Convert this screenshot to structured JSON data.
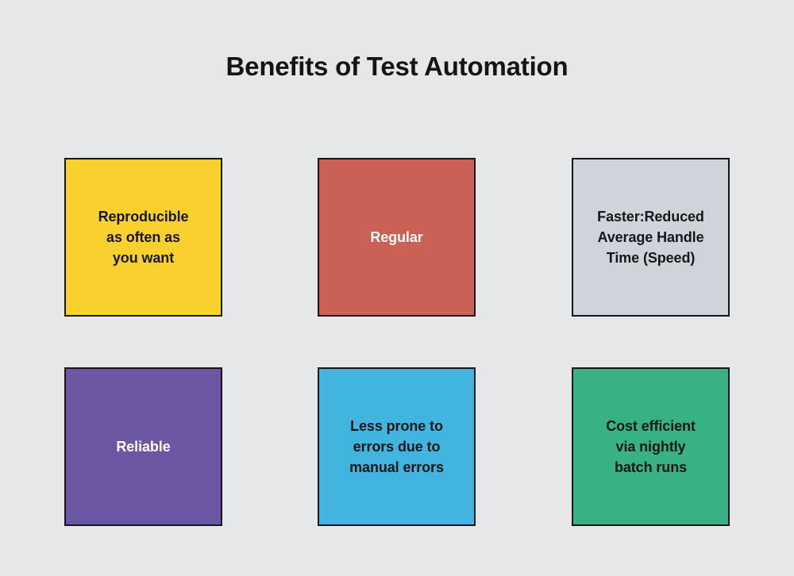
{
  "page": {
    "title": "Benefits of Test Automation",
    "background_color": "#e5e7e9",
    "title_color": "#141414"
  },
  "cards": [
    {
      "id": "reproducible",
      "label": "Reproducible\nas often as\nyou want",
      "fill_color": "#fad02e",
      "text_color": "#171717",
      "border_color": "#15151a",
      "row": 0,
      "col": 0
    },
    {
      "id": "regular",
      "label": "Regular",
      "fill_color": "#cb6155",
      "text_color": "#ffffff",
      "border_color": "#15151a",
      "row": 0,
      "col": 1
    },
    {
      "id": "faster-reduced-average-handle-time",
      "label": "Faster:Reduced\nAverage Handle\nTime (Speed)",
      "fill_color": "#ced4da",
      "text_color": "#171717",
      "border_color": "#15151a",
      "row": 0,
      "col": 2
    },
    {
      "id": "reliable",
      "label": "Reliable",
      "fill_color": "#6b57a4",
      "text_color": "#ffffff",
      "border_color": "#15151a",
      "row": 1,
      "col": 0
    },
    {
      "id": "less-prone-to-errors",
      "label": "Less prone to\nerrors due to\nmanual errors",
      "fill_color": "#42b4e0",
      "text_color": "#171717",
      "border_color": "#15151a",
      "row": 1,
      "col": 1
    },
    {
      "id": "cost-efficient",
      "label": "Cost efficient\nvia nightly\nbatch runs",
      "fill_color": "#38b284",
      "text_color": "#171717",
      "border_color": "#15151a",
      "row": 1,
      "col": 2
    }
  ]
}
